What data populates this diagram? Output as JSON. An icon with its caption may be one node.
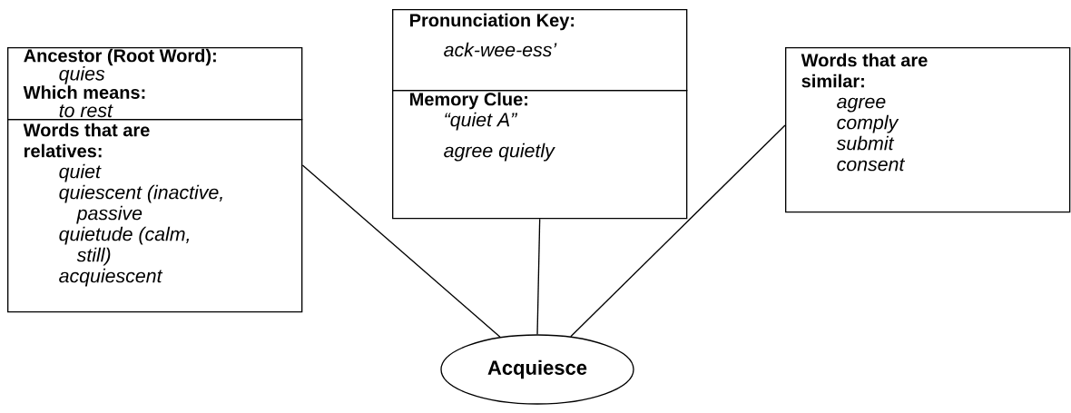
{
  "diagram": {
    "nodes": [
      {
        "text": [
          "Ancestor (Root Word):",
          "quies",
          "Which means:",
          "to rest"
        ]
      },
      {
        "text": [
          "Words that are relatives:",
          "quiet",
          "quiescent (inactive, passive",
          "quietude (calm, still)",
          "acquiescent"
        ]
      },
      {
        "text": [
          "Pronunciation Key:",
          "ack-wee-ess’"
        ]
      },
      {
        "text": [
          "Memory Clue:",
          "“quiet A”",
          "agree quietly"
        ]
      },
      {
        "text": [
          "Words that are similar:",
          "agree",
          "comply",
          "submit",
          "consent"
        ]
      },
      {
        "text": [
          "Acquiesce"
        ]
      }
    ],
    "edges": [
      {
        "from": 1,
        "to": 5,
        "arrow": "none"
      },
      {
        "from": 3,
        "to": 5,
        "arrow": "none"
      },
      {
        "from": 4,
        "to": 5,
        "arrow": "none"
      }
    ]
  }
}
